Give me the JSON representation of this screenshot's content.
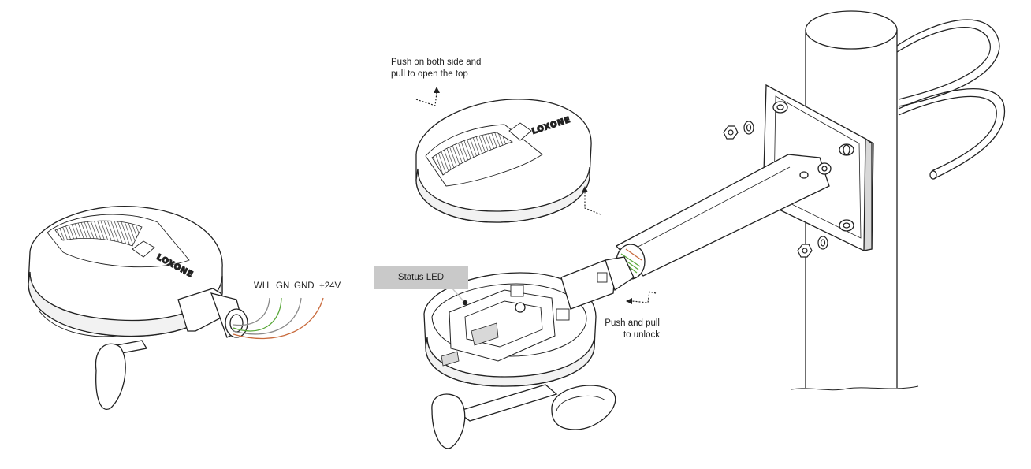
{
  "wires": [
    {
      "label": "WH",
      "color": "#8a8a8a"
    },
    {
      "label": "GN",
      "color": "#5aa83a"
    },
    {
      "label": "GND",
      "color": "#8a8a8a"
    },
    {
      "label": "+24V",
      "color": "#c86a3c"
    }
  ],
  "brand_text": "LOXONE",
  "annotations": {
    "open_top": [
      "Push on both side and",
      "pull to open the top"
    ],
    "status_led": "Status LED",
    "unlock": [
      "Push and pull",
      "to unlock"
    ]
  }
}
